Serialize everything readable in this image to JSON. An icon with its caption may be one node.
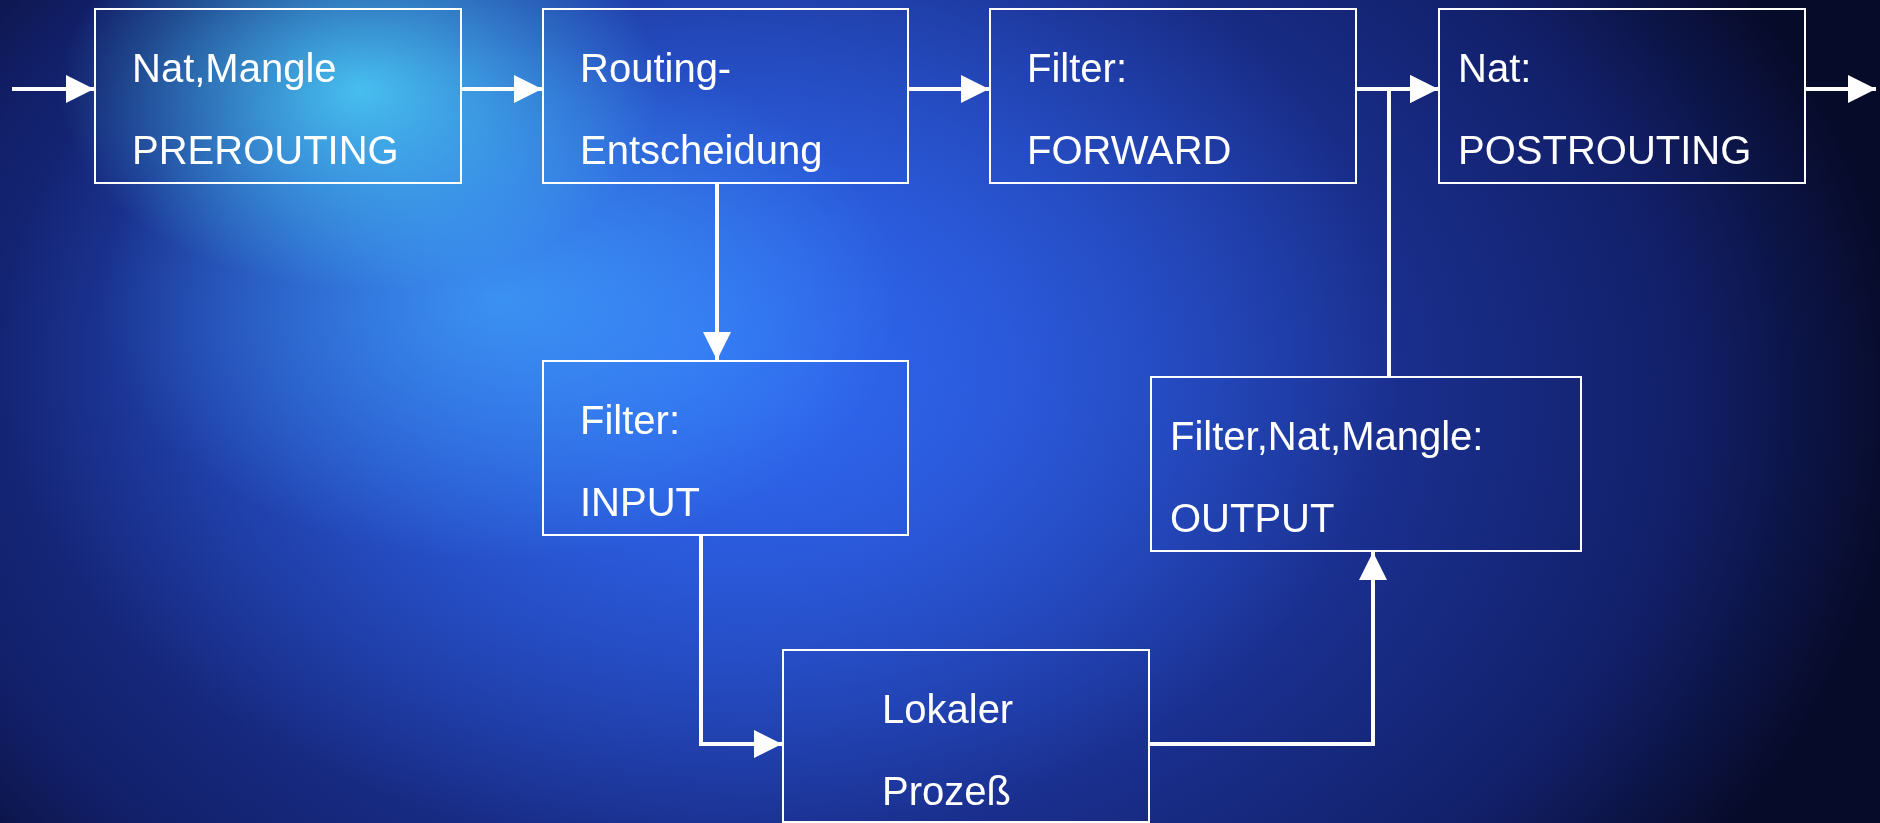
{
  "diagram": {
    "nodes": [
      {
        "text": [
          "Nat,Mangle",
          "PREROUTING"
        ]
      },
      {
        "text": [
          "Routing-",
          "Entscheidung"
        ]
      },
      {
        "text": [
          "Filter:",
          "FORWARD"
        ]
      },
      {
        "text": [
          "Nat:",
          "POSTROUTING"
        ]
      },
      {
        "text": [
          "Filter:",
          "INPUT"
        ]
      },
      {
        "text": [
          "Filter,Nat,Mangle:",
          "OUTPUT"
        ]
      },
      {
        "text": [
          "Lokaler",
          "Prozeß"
        ]
      }
    ],
    "edges": [
      {
        "from": null,
        "to": 0,
        "arrow": "to"
      },
      {
        "from": 0,
        "to": 1,
        "arrow": "to"
      },
      {
        "from": 1,
        "to": 2,
        "arrow": "to"
      },
      {
        "from": 2,
        "to": 3,
        "arrow": "to"
      },
      {
        "from": 3,
        "to": null,
        "arrow": "to"
      },
      {
        "from": 1,
        "to": 4,
        "arrow": "to"
      },
      {
        "from": 4,
        "to": 6,
        "arrow": "to"
      },
      {
        "from": 6,
        "to": 5,
        "arrow": "to"
      },
      {
        "from": 5,
        "to": 3,
        "arrow": "to"
      }
    ]
  }
}
